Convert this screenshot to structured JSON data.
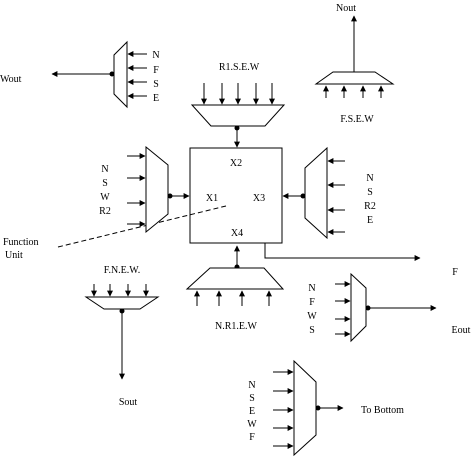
{
  "labels": {
    "nout": "Nout",
    "wout": "Wout",
    "eout": "Eout",
    "sout": "Sout",
    "f": "F",
    "to_bottom": "To Bottom",
    "function_unit_line1": "Function",
    "function_unit_line2": "Unit"
  },
  "muxes": {
    "top_center": "R1.S.E.W",
    "top_right": "F.S.E.W",
    "bottom_center": "N.R1.E.W",
    "bottom_left": "F.N.E.W."
  },
  "mux_inputs": {
    "wout_mux": [
      "N",
      "F",
      "S",
      "E"
    ],
    "left_mux": [
      "N",
      "S",
      "W",
      "R2"
    ],
    "right_mux": [
      "N",
      "S",
      "R2",
      "E"
    ],
    "eout_mux": [
      "N",
      "F",
      "W",
      "S"
    ],
    "bottom_mux": [
      "N",
      "S",
      "E",
      "W",
      "F"
    ]
  },
  "function_unit": {
    "x1": "X1",
    "x2": "X2",
    "x3": "X3",
    "x4": "X4"
  }
}
